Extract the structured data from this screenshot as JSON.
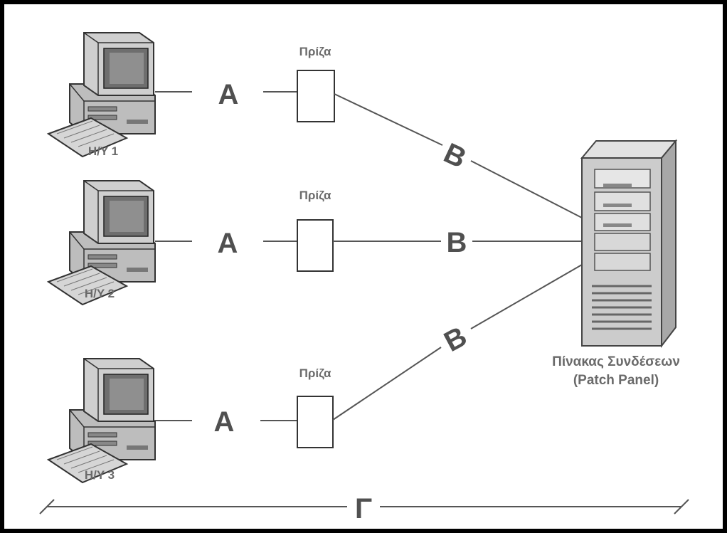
{
  "computers": [
    {
      "label": "H/Y 1"
    },
    {
      "label": "H/Y 2"
    },
    {
      "label": "H/Y 3"
    }
  ],
  "outlets": [
    {
      "label": "Πρίζα"
    },
    {
      "label": "Πρίζα"
    },
    {
      "label": "Πρίζα"
    }
  ],
  "cables": {
    "a_label": "A",
    "b_label": "B",
    "total_label": "Γ"
  },
  "patch_panel": {
    "line1": "Πίνακας Συνδέσεων",
    "line2": "(Patch Panel)"
  },
  "icons": [
    "computer-icon",
    "server-icon"
  ],
  "colors": {
    "line": "#555555",
    "border": "#000000"
  }
}
